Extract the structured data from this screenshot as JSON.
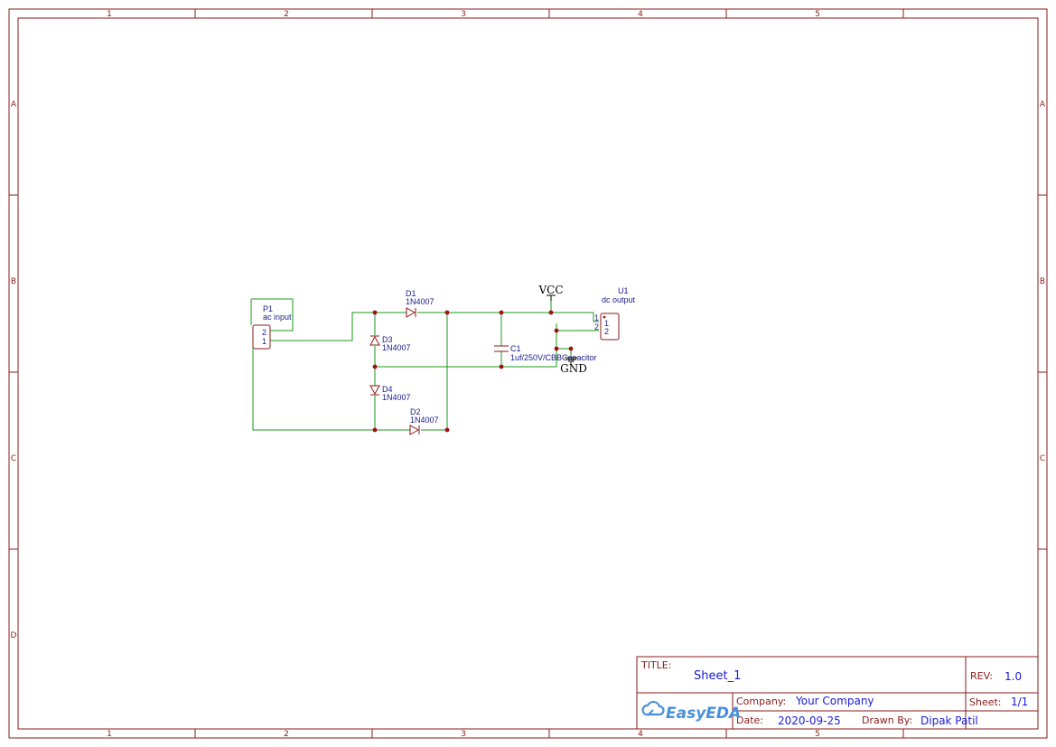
{
  "frame": {
    "columns": [
      "1",
      "2",
      "3",
      "4",
      "5"
    ],
    "rows": [
      "A",
      "B",
      "C",
      "D"
    ]
  },
  "components": {
    "p1": {
      "designator": "P1",
      "value": "ac input",
      "pin_top": "2",
      "pin_bottom": "1"
    },
    "d1": {
      "designator": "D1",
      "value": "1N4007"
    },
    "d2": {
      "designator": "D2",
      "value": "1N4007"
    },
    "d3": {
      "designator": "D3",
      "value": "1N4007"
    },
    "d4": {
      "designator": "D4",
      "value": "1N4007"
    },
    "c1": {
      "designator": "C1",
      "value": "1uf/250V/CBBCapacitor"
    },
    "u1": {
      "designator": "U1",
      "value": "dc output",
      "pin_outer_1": "1",
      "pin_outer_2": "2",
      "pin_inner_1": "1",
      "pin_inner_2": "2"
    }
  },
  "power": {
    "vcc": "VCC",
    "gnd": "GND"
  },
  "title_block": {
    "title_label": "TITLE:",
    "title": "Sheet_1",
    "rev_label": "REV:",
    "rev": "1.0",
    "company_label": "Company:",
    "company": "Your Company",
    "sheet_label": "Sheet:",
    "sheet": "1/1",
    "date_label": "Date:",
    "date": "2020-09-25",
    "drawn_by_label": "Drawn By:",
    "drawn_by": "Dipak Patil",
    "logo": "EasyEDA",
    "logo_icon": "easyeda-cloud-icon"
  },
  "colors": {
    "frame": "#8b1a1a",
    "wire": "#1a9a1a",
    "junction": "#a01010",
    "text_blue": "#1a1add",
    "logo": "#4a90d9"
  }
}
